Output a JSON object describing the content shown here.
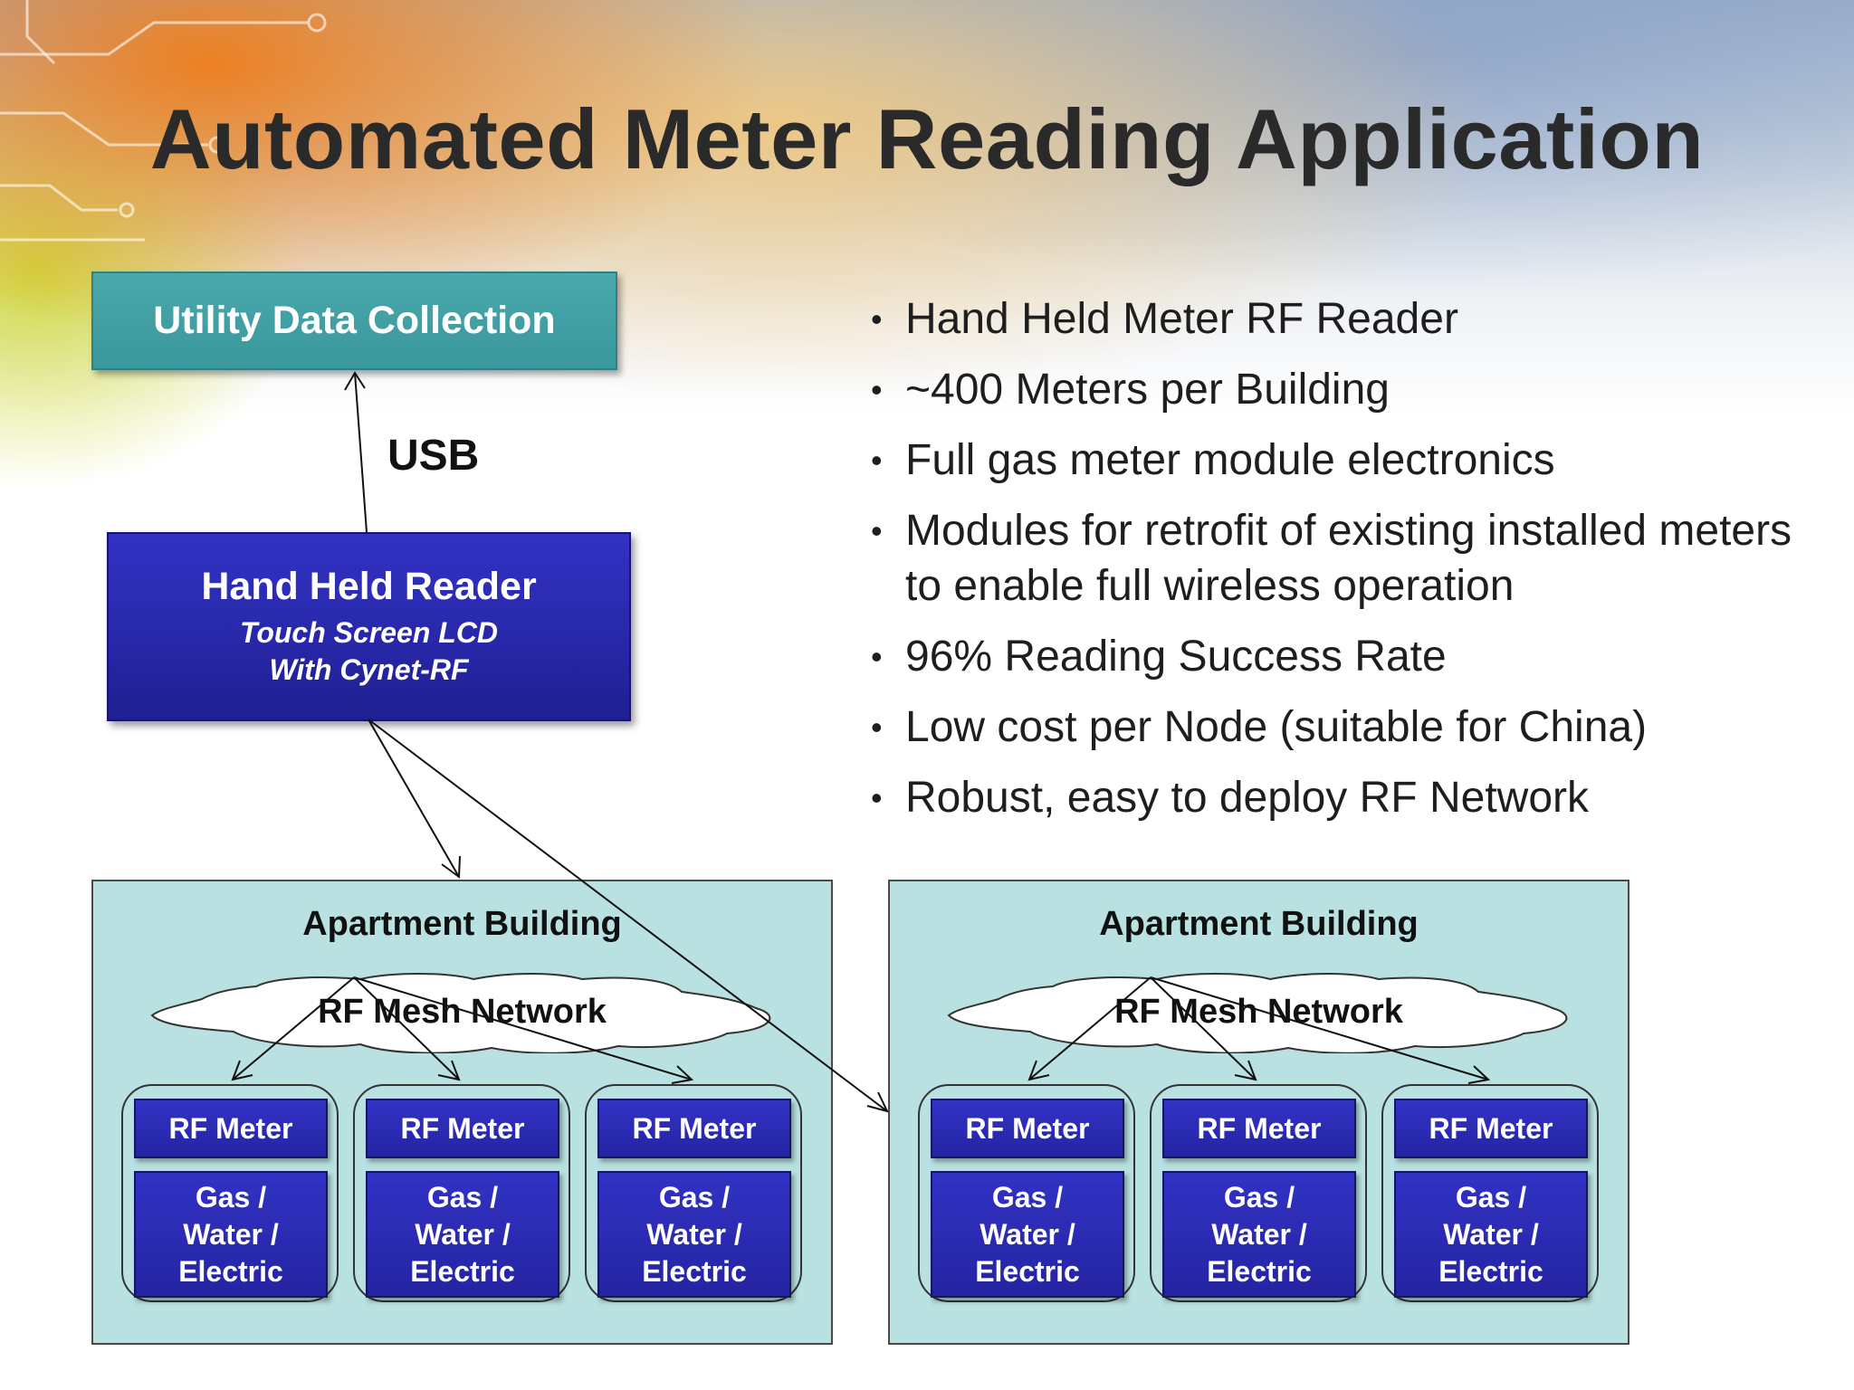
{
  "slide": {
    "title": "Automated Meter Reading Application",
    "utility_box": "Utility Data Collection",
    "usb_label": "USB",
    "reader": {
      "title": "Hand Held Reader",
      "line1": "Touch Screen LCD",
      "line2": "With Cynet-RF"
    },
    "bullets": [
      "Hand Held Meter RF Reader",
      "~400 Meters per Building",
      "Full gas meter module electronics",
      "Modules for retrofit of existing installed meters to enable full wireless operation",
      "96% Reading Success Rate",
      "Low cost per Node (suitable for China)",
      "Robust, easy to deploy RF Network"
    ],
    "buildings": [
      {
        "title": "Apartment Building",
        "network": "RF Mesh Network",
        "meters": [
          {
            "label": "RF Meter",
            "type": [
              "Gas /",
              "Water /",
              "Electric"
            ]
          },
          {
            "label": "RF Meter",
            "type": [
              "Gas /",
              "Water /",
              "Electric"
            ]
          },
          {
            "label": "RF Meter",
            "type": [
              "Gas /",
              "Water /",
              "Electric"
            ]
          }
        ]
      },
      {
        "title": "Apartment Building",
        "network": "RF Mesh Network",
        "meters": [
          {
            "label": "RF Meter",
            "type": [
              "Gas /",
              "Water /",
              "Electric"
            ]
          },
          {
            "label": "RF Meter",
            "type": [
              "Gas /",
              "Water /",
              "Electric"
            ]
          },
          {
            "label": "RF Meter",
            "type": [
              "Gas /",
              "Water /",
              "Electric"
            ]
          }
        ]
      }
    ],
    "colors": {
      "utility_box": "#3f9ea3",
      "reader_box": "#2a2ab4",
      "building_fill": "#b9e1e1"
    }
  }
}
